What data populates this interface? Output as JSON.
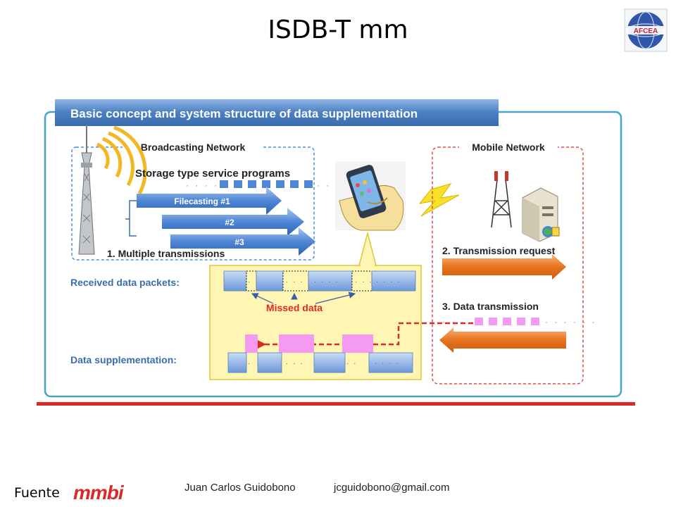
{
  "slide": {
    "title": "ISDB-T mm",
    "logo_text": "AFCEA",
    "footer": {
      "fuente": "Fuente",
      "brand": "mmbi",
      "author": "Juan Carlos Guidobono",
      "email": "jcguidobono@gmail.com"
    }
  },
  "diagram": {
    "header": "Basic concept and system structure of data supplementation",
    "broadcasting_network": "Broadcasting Network",
    "storage_programs": "Storage type service programs",
    "filecasting": [
      "Filecasting #1",
      "#2",
      "#3"
    ],
    "multiple_transmissions": "1. Multiple transmissions",
    "mobile_network": "Mobile Network",
    "transmission_request": "2. Transmission request",
    "data_transmission": "3. Data transmission",
    "received_packets": "Received data packets:",
    "missed_data": "Missed data",
    "data_supplementation": "Data supplementation:"
  },
  "colors": {
    "frame": "#4aa3c8",
    "header_blue": "#4a7fc1",
    "arrow_blue": "#3f73c8",
    "packet_blue": "#7ea6e0",
    "orange": "#e8731c",
    "magenta": "#f49af2",
    "yellow_panel": "#fff6b3",
    "red_line": "#d92a2a"
  }
}
